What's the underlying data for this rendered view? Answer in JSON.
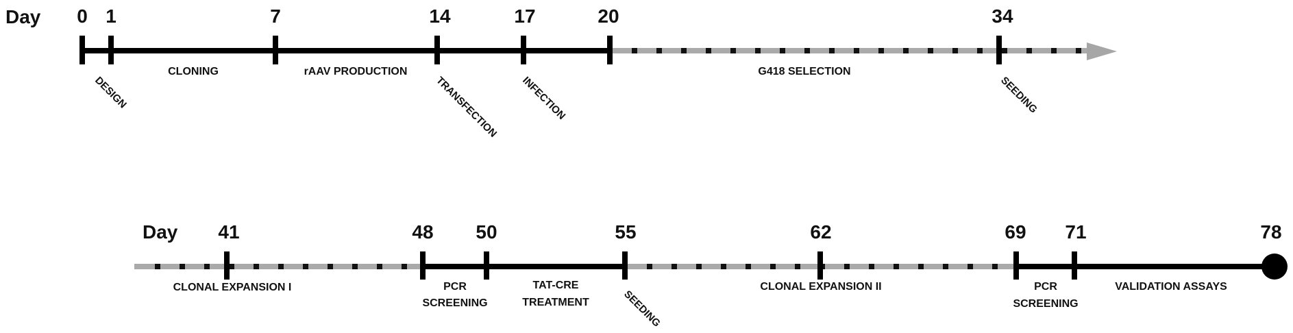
{
  "rows": [
    {
      "title": "Day",
      "ticks": [
        {
          "day": "0"
        },
        {
          "day": "1"
        },
        {
          "day": "7"
        },
        {
          "day": "14"
        },
        {
          "day": "17"
        },
        {
          "day": "20"
        },
        {
          "day": "34"
        }
      ],
      "phases": [
        {
          "lines": [
            "CLONING"
          ]
        },
        {
          "lines": [
            "rAAV PRODUCTION"
          ]
        },
        {
          "lines": [
            "G418 SELECTION"
          ]
        }
      ],
      "events": [
        {
          "label": "DESIGN"
        },
        {
          "label": "TRANSFECTION"
        },
        {
          "label": "INFECTION"
        },
        {
          "label": "SEEDING"
        }
      ]
    },
    {
      "title": "Day",
      "ticks": [
        {
          "day": "41"
        },
        {
          "day": "48"
        },
        {
          "day": "50"
        },
        {
          "day": "55"
        },
        {
          "day": "62"
        },
        {
          "day": "69"
        },
        {
          "day": "71"
        },
        {
          "day": "78"
        }
      ],
      "phases": [
        {
          "lines": [
            "CLONAL EXPANSION I"
          ]
        },
        {
          "lines": [
            "PCR",
            "SCREENING"
          ]
        },
        {
          "lines": [
            "TAT-CRE",
            "TREATMENT"
          ]
        },
        {
          "lines": [
            "CLONAL EXPANSION II"
          ]
        },
        {
          "lines": [
            "PCR",
            "SCREENING"
          ]
        },
        {
          "lines": [
            "VALIDATION ASSAYS"
          ]
        }
      ],
      "events": [
        {
          "label": "SEEDING"
        }
      ]
    }
  ],
  "colors": {
    "solid": "#000000",
    "dashed_bg": "#aaaaaa",
    "dashed_fg": "#111111",
    "arrow": "#a6a6a6"
  }
}
